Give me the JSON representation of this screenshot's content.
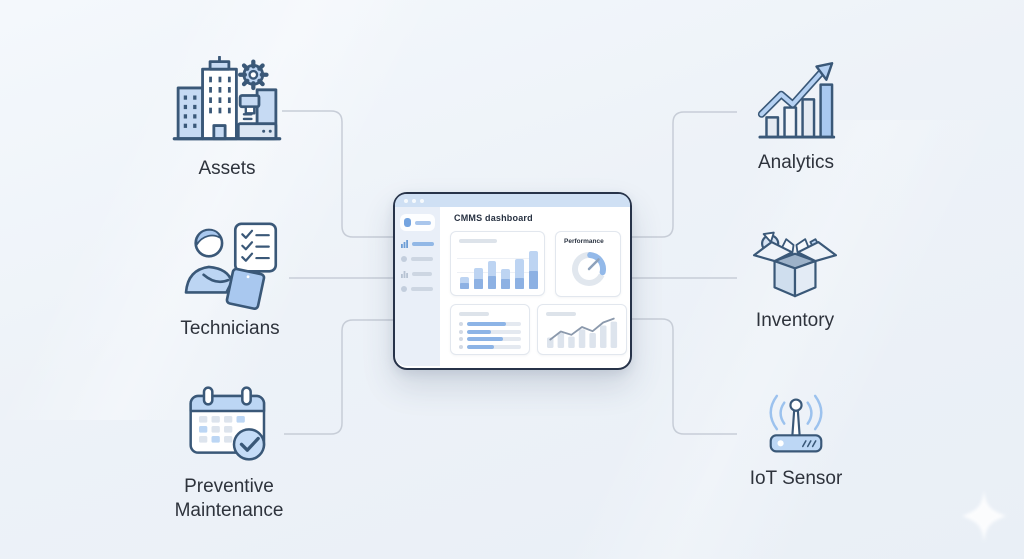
{
  "page": {
    "background_from": "#f4f8fc",
    "background_to": "#e9eff6"
  },
  "diagram": {
    "connector_color": "#c7cdd7",
    "left_nodes": [
      {
        "id": "assets",
        "label": "Assets"
      },
      {
        "id": "technicians",
        "label": "Technicians"
      },
      {
        "id": "preventive-maintenance",
        "label": "Preventive Maintenance"
      }
    ],
    "right_nodes": [
      {
        "id": "analytics",
        "label": "Analytics"
      },
      {
        "id": "inventory",
        "label": "Inventory"
      },
      {
        "id": "iot-sensor",
        "label": "IoT Sensor"
      }
    ]
  },
  "dashboard_window": {
    "title": "CMMS dashboard",
    "traffic_dots": 3,
    "accent_color": "#74a4e0",
    "titlebar_color": "#cfe0f4",
    "sidebar_color": "#e9eff8"
  },
  "chart_data": [
    {
      "type": "bar",
      "location": "dashboard-top-left-card",
      "title": "",
      "categories": [
        "1",
        "2",
        "3",
        "4",
        "5",
        "6"
      ],
      "series": [
        {
          "name": "total",
          "values": [
            30,
            52,
            69,
            50,
            76,
            95
          ]
        },
        {
          "name": "lower-segment",
          "values": [
            14,
            26,
            32,
            24,
            28,
            44
          ]
        }
      ],
      "colors": {
        "total": "#bdd4f2",
        "lower": "#8db1e3"
      },
      "grid": true
    },
    {
      "type": "gauge",
      "location": "dashboard-top-right-card",
      "title": "Performance",
      "value_pct": 72,
      "colors": {
        "track": "#e1e7ee",
        "value": "#93b9e9",
        "needle": "#8ea2bb"
      }
    },
    {
      "type": "table",
      "location": "dashboard-bottom-left-card",
      "title": "",
      "rows_progress_pct": [
        72,
        45,
        66,
        50
      ],
      "colors": {
        "bar": "#8db4e6",
        "track": "#e4e9f0"
      }
    },
    {
      "type": "line",
      "location": "dashboard-bottom-right-card",
      "title": "",
      "bar_values_pct": [
        35,
        50,
        38,
        62,
        50,
        75,
        88
      ],
      "line_values_pct": [
        28,
        55,
        44,
        70,
        56,
        85,
        98
      ],
      "colors": {
        "bar": "#dde4ed",
        "line": "#8b99ac"
      }
    }
  ]
}
